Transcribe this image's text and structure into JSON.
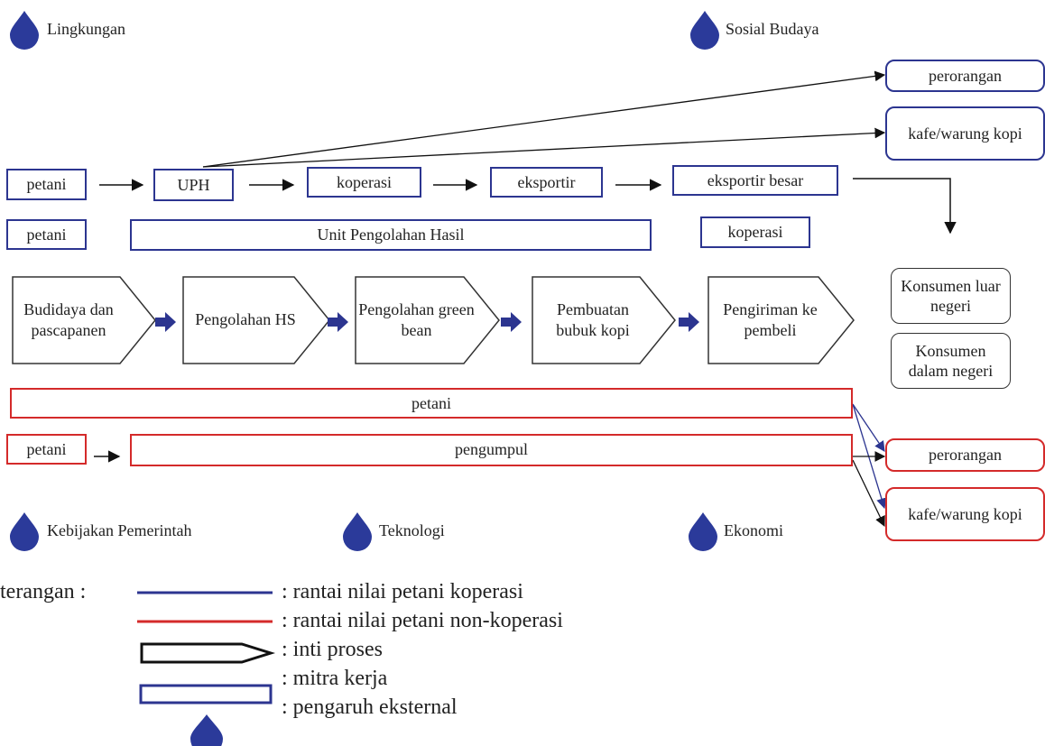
{
  "external": {
    "lingkungan": "Lingkungan",
    "sosial_budaya": "Sosial Budaya",
    "kebijakan": "Kebijakan Pemerintah",
    "teknologi": "Teknologi",
    "ekonomi": "Ekonomi"
  },
  "coop_chain": {
    "petani": "petani",
    "uph": "UPH",
    "koperasi": "koperasi",
    "eksportir": "eksportir",
    "eksportir_besar": "eksportir besar",
    "perorangan": "perorangan",
    "kafe": "kafe/warung kopi"
  },
  "partners": {
    "petani": "petani",
    "unit_pengolahan": "Unit Pengolahan Hasil",
    "koperasi": "koperasi"
  },
  "process": [
    "Budidaya dan pascapanen",
    "Pengolahan HS",
    "Pengolahan green bean",
    "Pembuatan bubuk kopi",
    "Pengiriman ke pembeli"
  ],
  "consumers": {
    "luar": "Konsumen luar negeri",
    "dalam": "Konsumen dalam negeri"
  },
  "noncoop_chain": {
    "petani_bar": "petani",
    "petani": "petani",
    "pengumpul": "pengumpul",
    "perorangan": "perorangan",
    "kafe": "kafe/warung kopi"
  },
  "legend": {
    "title": "terangan :",
    "coop": ": rantai nilai petani koperasi",
    "noncoop": ": rantai nilai petani non-koperasi",
    "inti": ": inti proses",
    "mitra": ": mitra kerja",
    "pengaruh": ": pengaruh eksternal"
  },
  "colors": {
    "blue": "#2c3590",
    "red": "#d42a2a",
    "drop": "#2b3a9a"
  }
}
